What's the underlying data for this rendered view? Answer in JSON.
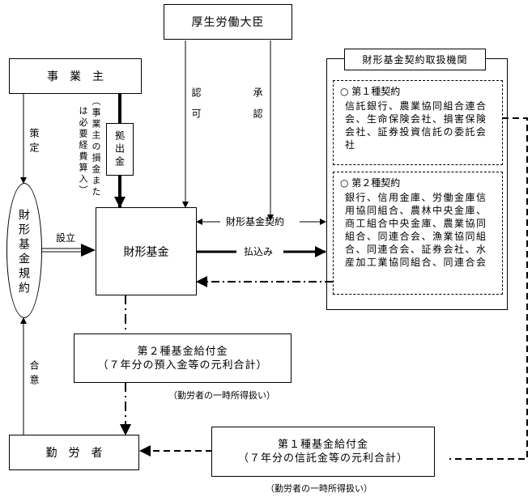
{
  "minister": {
    "label": "厚生労働大臣"
  },
  "employer": {
    "label": "事　業　主"
  },
  "fund": {
    "label": "財形基金"
  },
  "fund_rules": {
    "label": "財形基金規約"
  },
  "worker": {
    "label": "勤　労　者"
  },
  "institutions": {
    "title": "財形基金契約取扱機関",
    "type1": {
      "heading": "○ 第１種契約",
      "body": "信託銀行、農業協同組合連合会、生命保険会社、損害保険会社、証券投資信託の委託会社"
    },
    "type2": {
      "heading": "○ 第２種契約",
      "body": "銀行、信用金庫、労働金庫信用協同組合、農林中央金庫、商工組合中央金庫、農業協同組合、同連合会、漁業協同組合、同連合会、証券会社、水産加工業協同組合、同連合会"
    }
  },
  "benefit2": {
    "line1": "第２種基金給付金",
    "line2": "（７年分の預入金等の元利合計）",
    "note": "（勤労者の一時所得扱い）"
  },
  "benefit1": {
    "line1": "第１種基金給付金",
    "line2": "（７年分の信託金等の元利合計）",
    "note": "（勤労者の一時所得扱い）"
  },
  "labels": {
    "formulate": "策定",
    "agree": "合意",
    "establish": "設立",
    "approve_permission": "認可",
    "approve_acknowledge": "承認",
    "contribution": "拠出金",
    "tax_note_col1": "（事業主の損金また",
    "tax_note_col2": "は必要経費算入）",
    "fund_contract": "財形基金契約",
    "payment": "払込み"
  }
}
